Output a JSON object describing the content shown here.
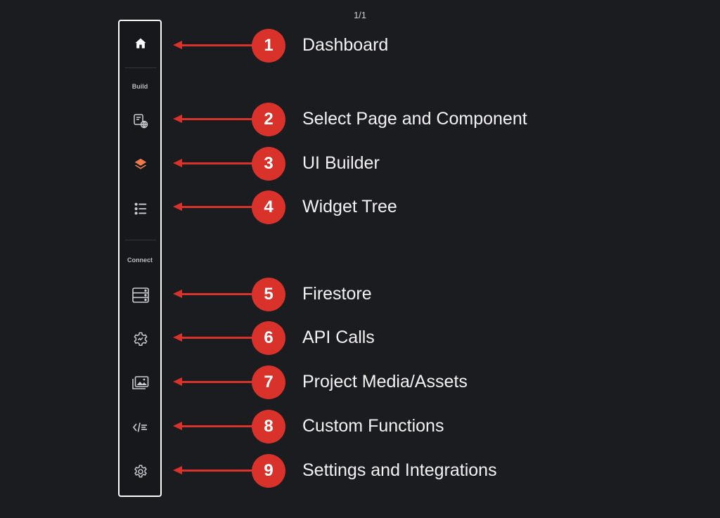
{
  "page_counter": "1/1",
  "sidebar": {
    "sections": {
      "build": "Build",
      "connect": "Connect"
    },
    "items": [
      {
        "icon": "home-icon",
        "label": "Dashboard",
        "number": "1"
      },
      {
        "icon": "page-component-icon",
        "label": "Select Page and Component",
        "number": "2"
      },
      {
        "icon": "layers-icon",
        "label": "UI Builder",
        "number": "3"
      },
      {
        "icon": "list-tree-icon",
        "label": "Widget Tree",
        "number": "4"
      },
      {
        "icon": "database-icon",
        "label": "Firestore",
        "number": "5"
      },
      {
        "icon": "api-gear-icon",
        "label": "API Calls",
        "number": "6"
      },
      {
        "icon": "media-folder-icon",
        "label": "Project Media/Assets",
        "number": "7"
      },
      {
        "icon": "code-icon",
        "label": "Custom Functions",
        "number": "8"
      },
      {
        "icon": "settings-icon",
        "label": "Settings and Integrations",
        "number": "9"
      }
    ]
  },
  "colors": {
    "accent": "#d8322b",
    "active_icon": "#ef7b4a",
    "icon": "#c9ccd3",
    "background": "#1b1c1f",
    "sidebar_border": "#ffffff"
  }
}
